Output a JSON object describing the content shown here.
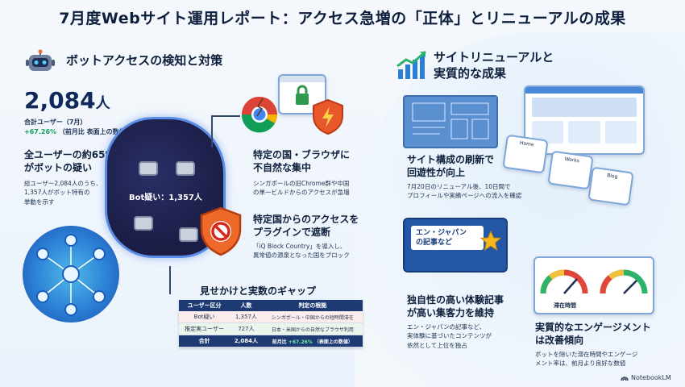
{
  "title": "7月度Webサイト運用レポート：アクセス急増の「正体」とリニューアルの成果",
  "left": {
    "section_title": "ボットアクセスの検知と対策",
    "total_users_value": "2,084",
    "total_users_unit": "人",
    "total_users_label": "合計ユーザー（7月）",
    "growth_value": "+67.26%",
    "growth_note": "（前月比 表面上の数値）",
    "bot_ratio_title_1": "全ユーザーの約65%",
    "bot_ratio_title_2": "がボットの疑い",
    "bot_ratio_desc_1": "総ユーザー2,084人のうち、",
    "bot_ratio_desc_2": "1,357人がボット特有の",
    "bot_ratio_desc_3": "挙動を示す",
    "cloud_label": "Bot疑い：1,357人",
    "unnatural_title_1": "特定の国・ブラウザに",
    "unnatural_title_2": "不自然な集中",
    "unnatural_desc_1": "シンガポールの旧Chrome群や中国",
    "unnatural_desc_2": "の単一ビルドからのアクセスが急増",
    "block_title_1": "特定国からのアクセスを",
    "block_title_2": "プラグインで遮断",
    "block_desc_1": "「iQ Block Country」を導入し、",
    "block_desc_2": "異常値の源泉となった国をブロック",
    "gap_title": "見せかけと実数のギャップ",
    "table": {
      "headers": [
        "ユーザー区分",
        "人数",
        "判定の根拠"
      ],
      "rows": [
        {
          "type": "Bot疑い",
          "count": "1,357人",
          "reason": "シンガポール・中国からの短時間滞在"
        },
        {
          "type": "推定実ユーザー",
          "count": "727人",
          "reason": "日本・米国からの自然なブラウザ利用"
        },
        {
          "type": "合計",
          "count": "2,084人",
          "reason_prefix": "前月比",
          "reason_growth": "+67.26%",
          "reason_suffix": "（表面上の数値）"
        }
      ]
    }
  },
  "right": {
    "section_title_1": "サイトリニューアルと",
    "section_title_2": "実質的な成果",
    "renewal_title_1": "サイト構成の刷新で",
    "renewal_title_2": "回遊性が向上",
    "renewal_desc_1": "7月20日のリニューアル後、10日間で",
    "renewal_desc_2": "プロフィールや実績ページへの流入を確認",
    "article_card_1": "エン・ジャパン",
    "article_card_2": "の記事など",
    "article_title_1": "独自性の高い体験記事",
    "article_title_2": "が高い集客力を維持",
    "article_desc_1": "エン・ジャパンの記事など、",
    "article_desc_2": "実体験に基づいたコンテンツが",
    "article_desc_3": "依然として上位を独占",
    "gauge_label": "滞在時間",
    "engage_title_1": "実質的なエンゲージメント",
    "engage_title_2": "は改善傾向",
    "engage_desc_1": "ボットを除いた滞在時間やエンゲージ",
    "engage_desc_2": "メント率は、前月より良好な数値",
    "mock_labels": [
      "Home",
      "Works",
      "Blog"
    ]
  },
  "footer_logo": "NotebookLM",
  "colors": {
    "navy": "#10295a",
    "growth": "#18a05a",
    "accent_blue": "#2b7fd6"
  }
}
